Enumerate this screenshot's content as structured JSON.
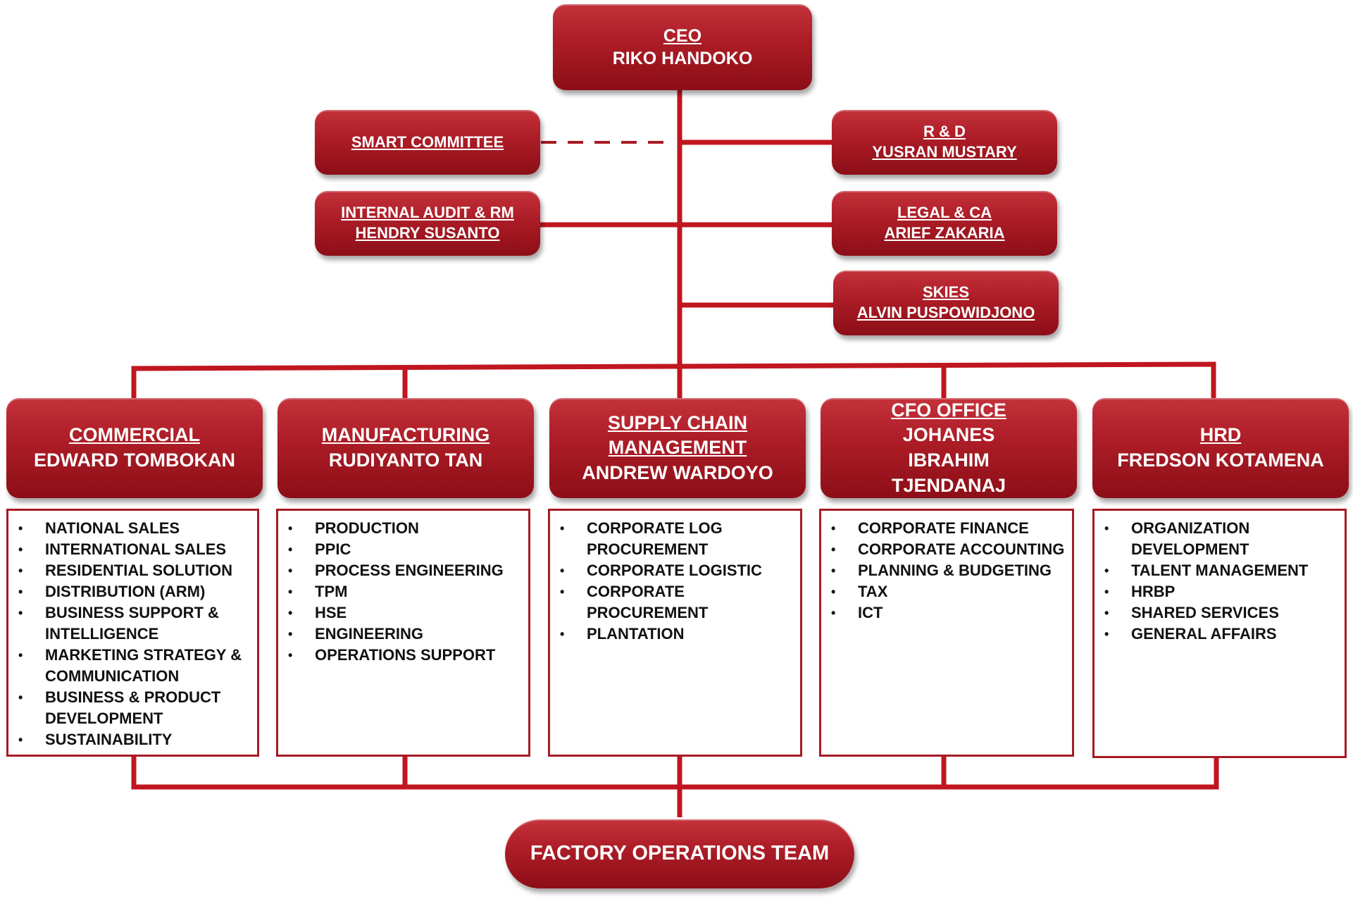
{
  "ceo": {
    "title": "CEO",
    "name": "RIKO HANDOKO"
  },
  "smart_committee": {
    "title": "SMART COMMITTEE"
  },
  "rnd": {
    "title": "R & D",
    "name": "YUSRAN MUSTARY"
  },
  "internal_audit": {
    "title": "INTERNAL AUDIT & RM",
    "name": "HENDRY SUSANTO"
  },
  "legal": {
    "title": "LEGAL & CA",
    "name": "ARIEF ZAKARIA"
  },
  "skies": {
    "title": "SKIES",
    "name": "ALVIN PUSPOWIDJONO"
  },
  "departments": [
    {
      "title": "COMMERCIAL",
      "name": "EDWARD TOMBOKAN",
      "items": [
        "NATIONAL SALES",
        "INTERNATIONAL SALES",
        "RESIDENTIAL SOLUTION",
        "DISTRIBUTION (ARM)",
        "BUSINESS SUPPORT & INTELLIGENCE",
        "MARKETING STRATEGY & COMMUNICATION",
        "BUSINESS & PRODUCT DEVELOPMENT",
        "SUSTAINABILITY"
      ]
    },
    {
      "title": "MANUFACTURING",
      "name": "RUDIYANTO TAN",
      "items": [
        "PRODUCTION",
        "PPIC",
        "PROCESS ENGINEERING",
        "TPM",
        "HSE",
        "ENGINEERING",
        "OPERATIONS SUPPORT"
      ]
    },
    {
      "title": "SUPPLY CHAIN MANAGEMENT",
      "name": "ANDREW WARDOYO",
      "items": [
        "CORPORATE LOG PROCUREMENT",
        "CORPORATE LOGISTIC",
        "CORPORATE PROCUREMENT",
        "PLANTATION"
      ]
    },
    {
      "title": "CFO OFFICE",
      "name": "JOHANES IBRAHIM TJENDANAJ",
      "items": [
        "CORPORATE FINANCE",
        "CORPORATE ACCOUNTING",
        "PLANNING & BUDGETING",
        "TAX",
        "ICT"
      ]
    },
    {
      "title": "HRD",
      "name": "FREDSON KOTAMENA",
      "items": [
        "ORGANIZATION DEVELOPMENT",
        "TALENT MANAGEMENT",
        "HRBP",
        "SHARED SERVICES",
        "GENERAL AFFAIRS"
      ]
    }
  ],
  "factory": {
    "title": "FACTORY OPERATIONS TEAM"
  },
  "colors": {
    "box": "#ad1d27",
    "line": "#c0161f",
    "border": "#a71b25"
  }
}
